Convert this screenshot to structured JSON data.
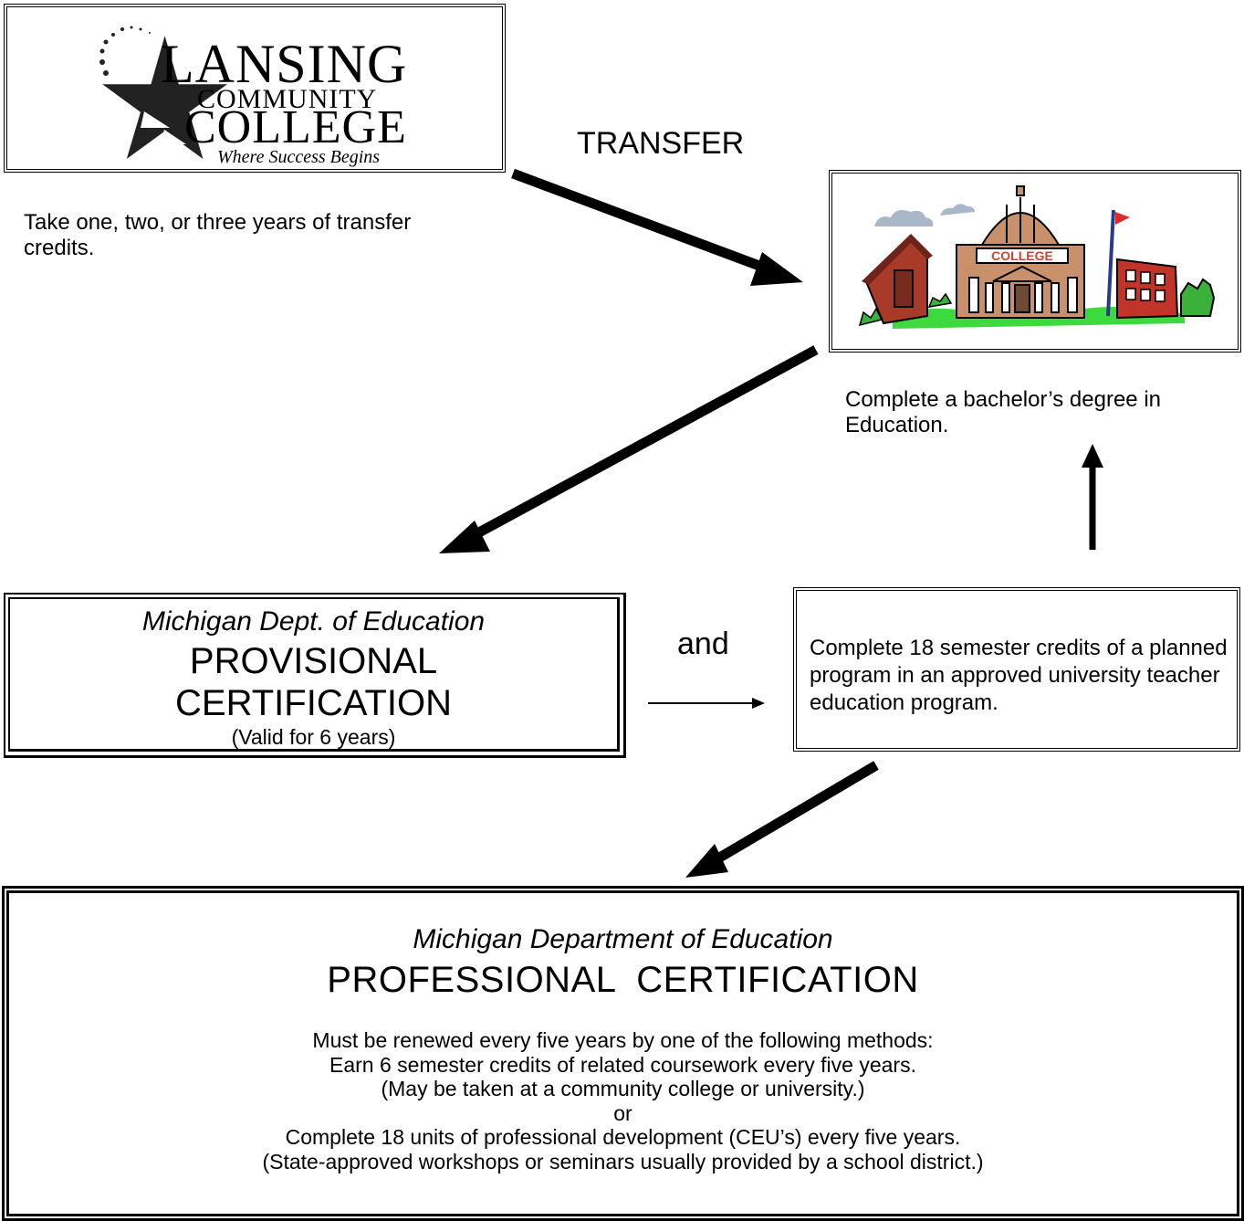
{
  "lcc": {
    "logo_line1": "LANSING",
    "logo_line2": "COMMUNITY",
    "logo_line3": "COLLEGE",
    "logo_tagline": "Where Success Begins",
    "description": "Take one, two, or three years of transfer credits."
  },
  "transfer_label": "TRANSFER",
  "college": {
    "sign_text": "COLLEGE",
    "description": "Complete a bachelor’s degree in Education."
  },
  "provisional": {
    "department": "Michigan Dept. of Education",
    "title_line1": "PROVISIONAL",
    "title_line2": "CERTIFICATION",
    "validity": "(Valid for 6 years)"
  },
  "and_label": "and",
  "planned_program": {
    "text": "Complete 18 semester credits of a planned program in an approved university teacher education program."
  },
  "professional": {
    "department": "Michigan Department of Education",
    "title": "PROFESSIONAL  CERTIFICATION",
    "lines": [
      "Must be renewed every five years by one of the following methods:",
      "Earn 6 semester credits of related coursework every five years.",
      "(May be taken at a community college or university.)",
      "or",
      "Complete 18 units of professional development (CEU’s) every five years.",
      "(State-approved workshops or seminars usually provided by a school district.)"
    ]
  }
}
